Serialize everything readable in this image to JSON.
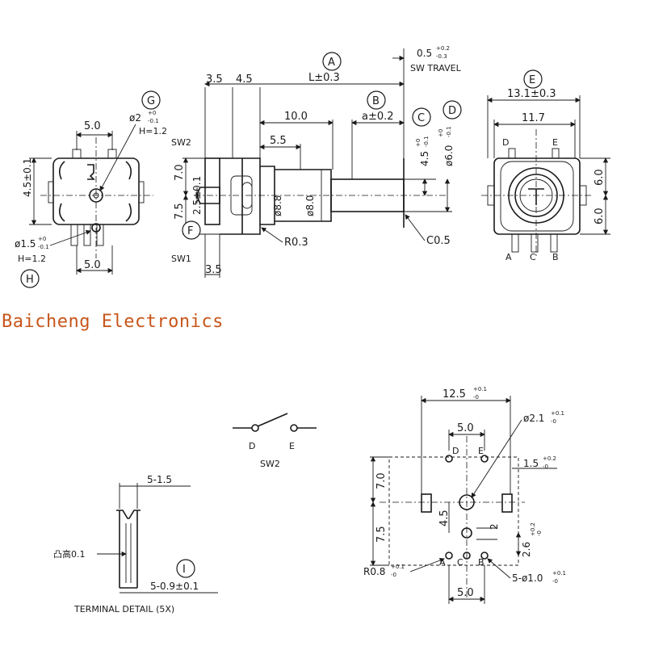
{
  "brand": "Baicheng Electronics",
  "markers": {
    "A": "A",
    "B": "B",
    "C": "C",
    "D": "D",
    "E": "E",
    "F": "F",
    "G": "G",
    "H": "H",
    "I": "I"
  },
  "front_view": {
    "dim_top": "5.0",
    "dim_bottom": "5.0",
    "dim_left": "4.5±0.1",
    "hole_top_dia": "ø2",
    "hole_top_tol_top": "+0",
    "hole_top_tol_bot": "-0.1",
    "hole_top_h": "H=1.2",
    "hole_bot_dia": "ø1.5",
    "hole_bot_tol_top": "+0",
    "hole_bot_tol_bot": "-0.1",
    "hole_bot_h": "H=1.2"
  },
  "side_view": {
    "dim_a": "L±0.3",
    "dim_35_top": "3.5",
    "dim_45": "4.5",
    "dim_100": "10.0",
    "dim_55": "5.5",
    "dim_b": "a±0.2",
    "dim_c": "4.5",
    "dim_c_tol_top": "+0",
    "dim_c_tol_bot": "-0.1",
    "dim_d": "ø6.0",
    "dim_d_tol_top": "+0",
    "dim_d_tol_bot": "-0.1",
    "sw_travel": "0.5",
    "sw_travel_tol_top": "+0.2",
    "sw_travel_tol_bot": "-0.3",
    "sw_travel_label": "SW TRAVEL",
    "dim_70": "7.0",
    "dim_75": "7.5",
    "dim_25": "2.5±0.1",
    "dia_88": "ø8.8",
    "dia_80": "ø8.0",
    "r03": "R0.3",
    "c05": "C0.5",
    "sw2": "SW2",
    "sw1": "SW1",
    "dim_35_bottom": "3.5"
  },
  "rear_view": {
    "dim_width": "13.1±0.3",
    "dim_inner": "11.7",
    "dim_60_top": "6.0",
    "dim_60_bot": "6.0",
    "pin_d": "D",
    "pin_e": "E",
    "pin_a": "A",
    "pin_c": "C",
    "pin_b": "B"
  },
  "switch": {
    "pin_d": "D",
    "pin_e": "E",
    "label": "SW2"
  },
  "terminal": {
    "dim_15": "5-1.5",
    "bump": "凸高0.1",
    "dim_09": "5-0.9±0.1",
    "caption": "TERMINAL DETAIL (5X)"
  },
  "pcb": {
    "dim_125": "12.5",
    "dim_125_tol_top": "+0.1",
    "dim_125_tol_bot": "-0",
    "dim_50_top": "5.0",
    "hole_21": "ø2.1",
    "hole_21_tol_top": "+0.1",
    "hole_21_tol_bot": "-0",
    "dim_15": "1.5",
    "dim_15_tol_top": "+0.2",
    "dim_15_tol_bot": "-0",
    "dim_70": "7.0",
    "dim_75": "7.5",
    "dim_45": "4.5",
    "dim_2": "2",
    "dim_26": "2.6",
    "dim_26_tol_top": "+0.2",
    "dim_26_tol_bot": "-0",
    "r08": "R0.8",
    "r08_tol_top": "+0.1",
    "r08_tol_bot": "-0",
    "holes_10": "5-ø1.0",
    "holes_10_tol_top": "+0.1",
    "holes_10_tol_bot": "-0",
    "dim_50_bot": "5.0",
    "pin_d": "D",
    "pin_e": "E",
    "pin_a": "A",
    "pin_c": "C",
    "pin_b": "B"
  }
}
